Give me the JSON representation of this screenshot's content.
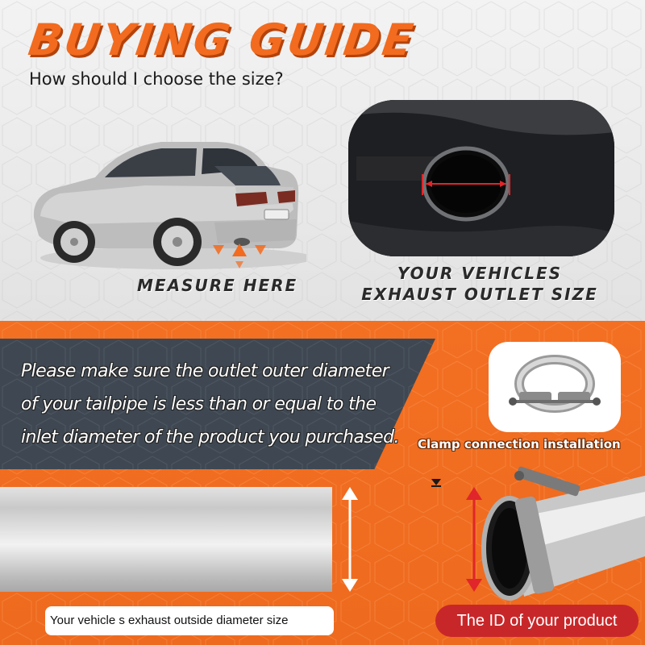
{
  "header": {
    "title": "BUYING GUIDE",
    "subtitle": "How should I choose the size?"
  },
  "car_section": {
    "measure_label": "MEASURE HERE"
  },
  "outlet_section": {
    "label_line1": "YOUR VEHICLES",
    "label_line2": "EXHAUST OUTLET SIZE"
  },
  "note": {
    "line1": "Please make sure the outlet outer diameter",
    "line2": "of your tailpipe is less than or equal to the",
    "line3": "inlet diameter of the product you purchased."
  },
  "clamp": {
    "caption": "Clamp connection installation"
  },
  "captions": {
    "left": "Your vehicle s exhaust outside  diameter size",
    "right": "The ID of your product"
  },
  "colors": {
    "accent_orange": "#f26b1f",
    "band_dark": "#3f4852",
    "badge_red": "#c8272a",
    "measure_red": "#e0262a"
  }
}
